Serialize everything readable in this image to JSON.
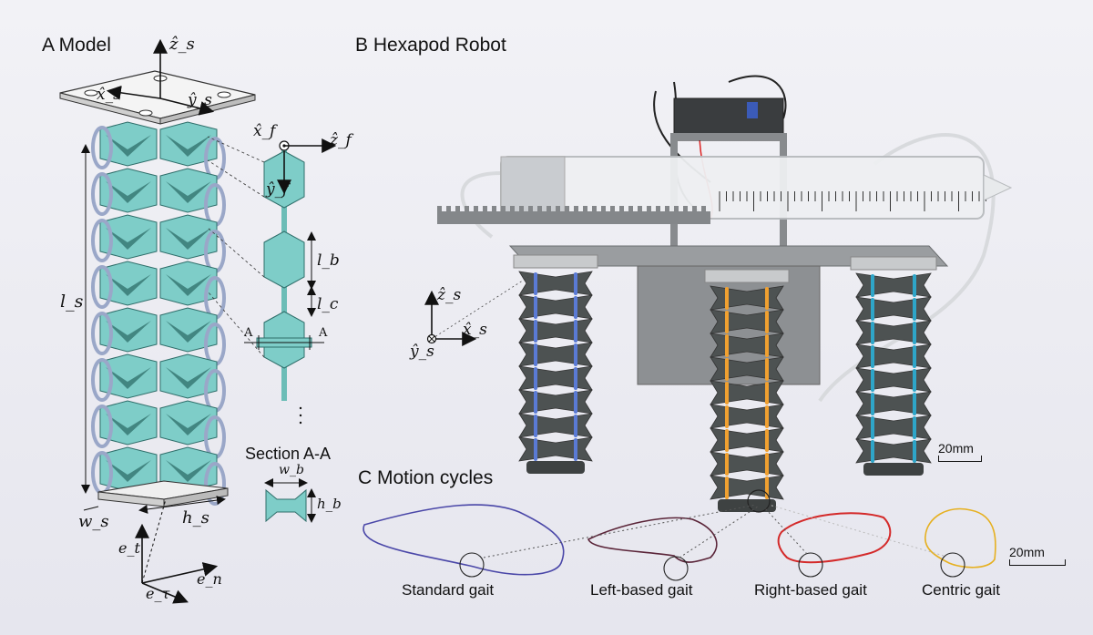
{
  "panels": {
    "a": "A Model",
    "b": "B Hexapod Robot",
    "c": "C Motion cycles"
  },
  "section_label": "Section A-A",
  "symbols": {
    "zs": "ẑ_s",
    "xs": "x̂_s",
    "ys": "ŷ_s",
    "xf": "x̂_f",
    "zf": "ẑ_f",
    "yf": "ŷ_f",
    "lb": "l_b",
    "lc": "l_c",
    "ls": "l_s",
    "ws": "w_s",
    "hs": "h_s",
    "wb": "w_b",
    "hb": "h_b",
    "A": "A",
    "et": "e_t",
    "en": "e_n",
    "etau": "e_τ"
  },
  "scale_bars": [
    "20mm",
    "20mm"
  ],
  "gaits": [
    {
      "label": "Standard gait",
      "color": "#4a47a8"
    },
    {
      "label": "Left-based gait",
      "color": "#5a2438"
    },
    {
      "label": "Right-based gait",
      "color": "#d42a2a"
    },
    {
      "label": "Centric gait",
      "color": "#e6b020"
    }
  ],
  "colors": {
    "block": "#7ecdc8",
    "block_dark": "#2f6e6a",
    "ring": "#9aa7c8",
    "robot_gray": "#7d7f82",
    "leg_dark": "#4d5252"
  }
}
